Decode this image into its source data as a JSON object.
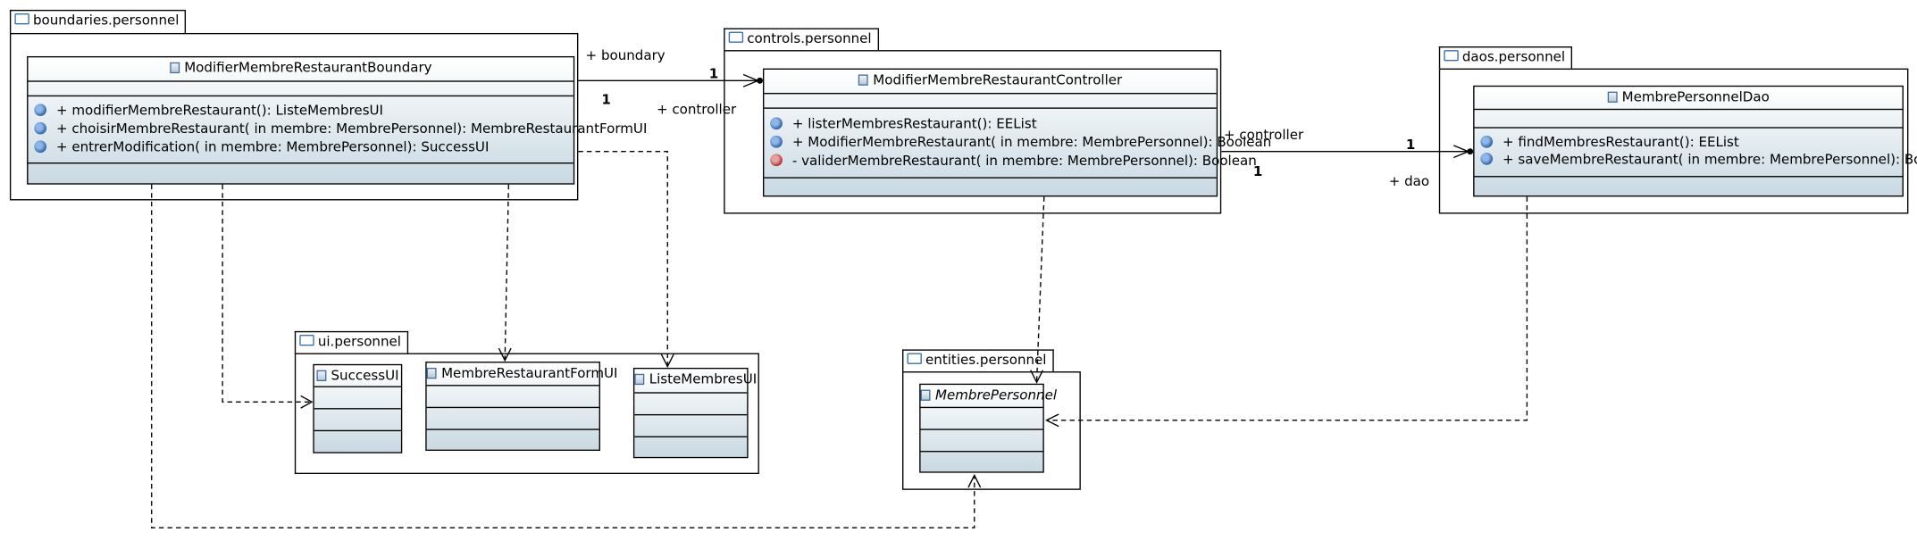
{
  "packages": {
    "boundaries": "boundaries.personnel",
    "controls": "controls.personnel",
    "daos": "daos.personnel",
    "ui": "ui.personnel",
    "entities": "entities.personnel"
  },
  "classes": {
    "boundary": {
      "name": "ModifierMembreRestaurantBoundary",
      "ops": [
        "+ modifierMembreRestaurant(): ListeMembresUI",
        "+ choisirMembreRestaurant(  in membre: MembrePersonnel): MembreRestaurantFormUI",
        "+ entrerModification(  in membre: MembrePersonnel): SuccessUI"
      ]
    },
    "controller": {
      "name": "ModifierMembreRestaurantController",
      "ops": [
        "+ listerMembresRestaurant(): EEList",
        "+ ModifierMembreRestaurant(  in membre: MembrePersonnel): Boolean",
        "- validerMembreRestaurant(  in membre: MembrePersonnel): Boolean"
      ]
    },
    "dao": {
      "name": "MembrePersonnelDao",
      "ops": [
        "+ findMembresRestaurant(): EEList",
        "+ saveMembreRestaurant(  in membre: MembrePersonnel): Boolean"
      ]
    },
    "success": {
      "name": "SuccessUI"
    },
    "form": {
      "name": "MembreRestaurantFormUI"
    },
    "liste": {
      "name": "ListeMembresUI"
    },
    "membre": {
      "name": "MembrePersonnel"
    }
  },
  "associations": {
    "boundary_controller": {
      "role_source": "+ boundary",
      "mult_source": "1",
      "role_target": "+ controller",
      "mult_target": "1"
    },
    "controller_dao": {
      "role_source": "+ controller",
      "mult_source": "1",
      "role_target": "+ dao",
      "mult_target": "1"
    }
  },
  "colors": {
    "class_top": "#ffffff",
    "class_bottom": "#c9d9e2",
    "line": "#000000",
    "folder_icon": "#3a6fb0"
  }
}
